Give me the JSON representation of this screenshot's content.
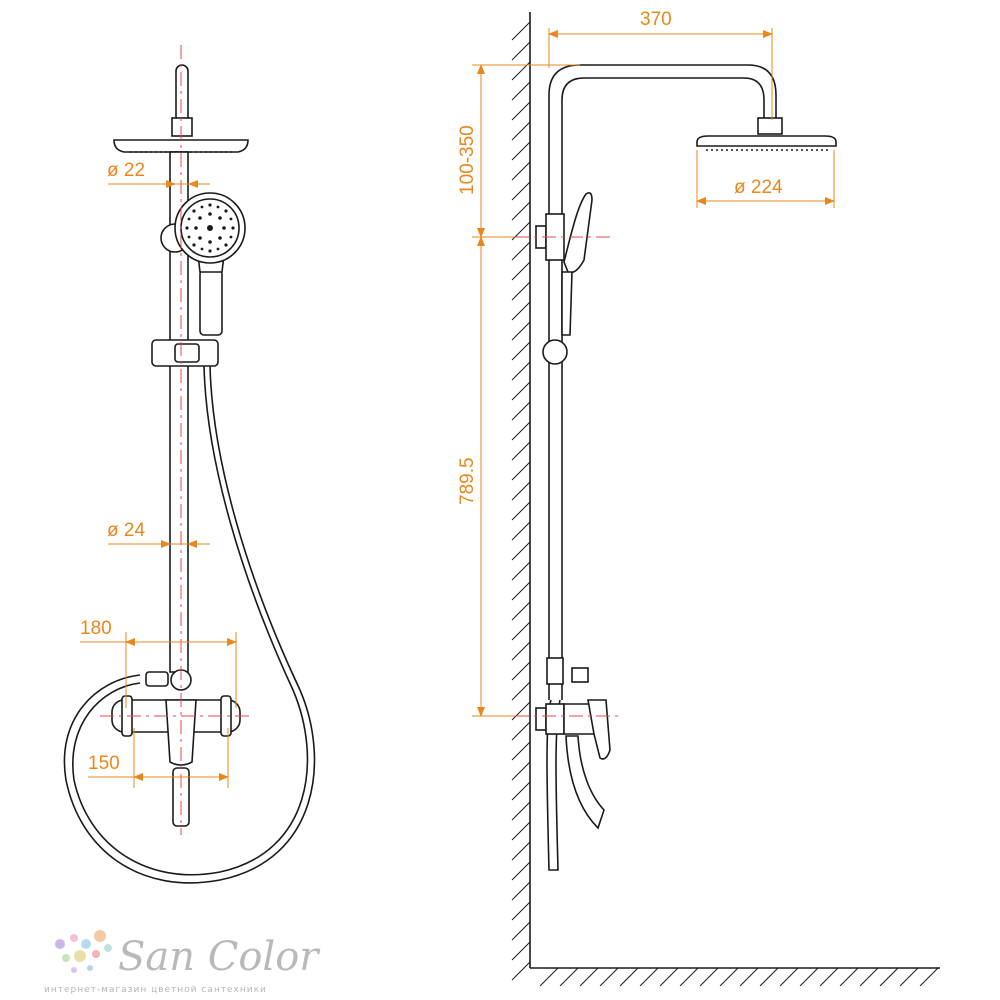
{
  "dimensions": {
    "head_pipe_diameter": "ø 22",
    "rod_diameter": "ø 24",
    "mixer_width": "180",
    "mixer_centers": "150",
    "arm_reach": "370",
    "head_diameter": "ø 224",
    "head_adjust": "100-350",
    "rod_height": "789.5"
  },
  "brand": {
    "name": "San Color",
    "tagline": "интернет-магазин цветной сантехники"
  },
  "colors": {
    "dimension": "#e8871e",
    "axis": "#e04848",
    "outline": "#1a1a1a",
    "logo": "#b9b9b9"
  }
}
